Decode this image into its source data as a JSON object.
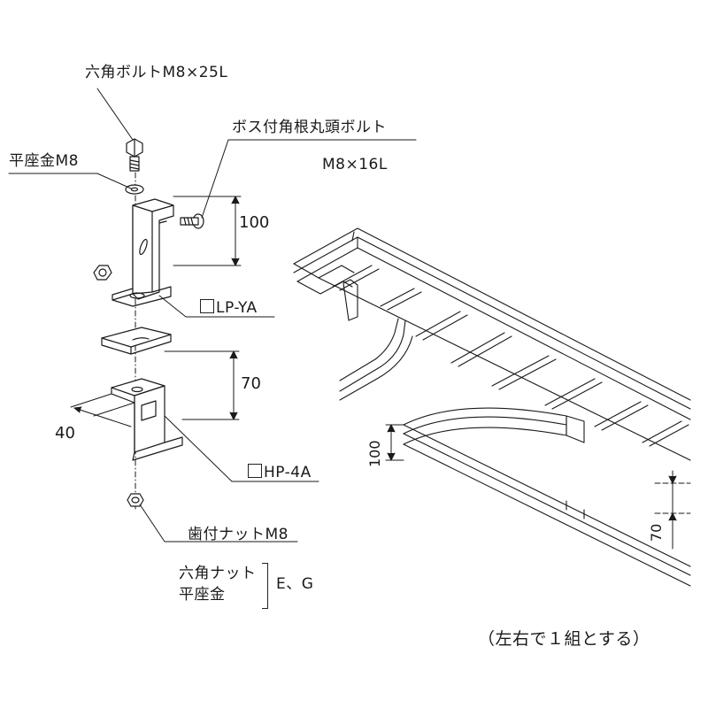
{
  "labels": {
    "hex_bolt": "六角ボルトM8×25L",
    "flat_washer": "平座金M8",
    "boss_bolt_line1": "ボス付角根丸頭ボルト",
    "boss_bolt_line2": "M8×16L",
    "part_lp": "LP-YA",
    "part_hp": "HP-4A",
    "serrated_nut": "歯付ナットM8",
    "hex_nut": "六角ナット",
    "flat_washer_plain": "平座金",
    "grade": "E、G",
    "note": "（左右で１組とする）"
  },
  "dimensions": {
    "lp_height": "100",
    "hp_height": "70",
    "hp_depth": "40",
    "tray_height": "100",
    "tray_offset": "70"
  },
  "colors": {
    "line": "#1a1a1a",
    "rail": "#555555",
    "gray": "#9a9a9a"
  }
}
